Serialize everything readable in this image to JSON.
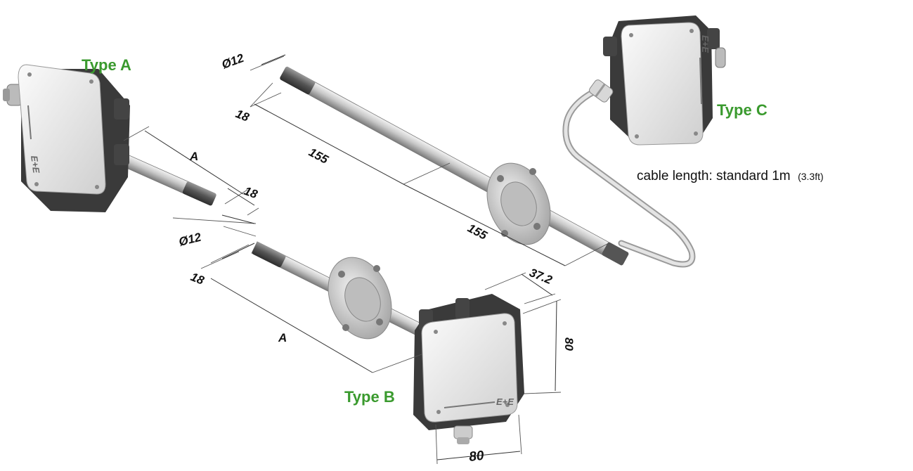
{
  "labels": {
    "type_a": "Type A",
    "type_b": "Type B",
    "type_c": "Type C"
  },
  "cable_note": {
    "main": "cable length: standard 1m",
    "imperial": "(3.3ft)"
  },
  "dimensions": {
    "type_a_length": "A",
    "type_a_tip": "18",
    "type_a_diameter": "Ø12",
    "top_diameter": "Ø12",
    "top_tip": "18",
    "top_upper_length": "155",
    "top_lower_length": "155",
    "type_b_diameter": "Ø12",
    "type_b_tip": "18",
    "type_b_length": "A",
    "housing_depth": "37.2",
    "housing_height": "80",
    "housing_width": "80"
  },
  "brand_mark": "E+E"
}
